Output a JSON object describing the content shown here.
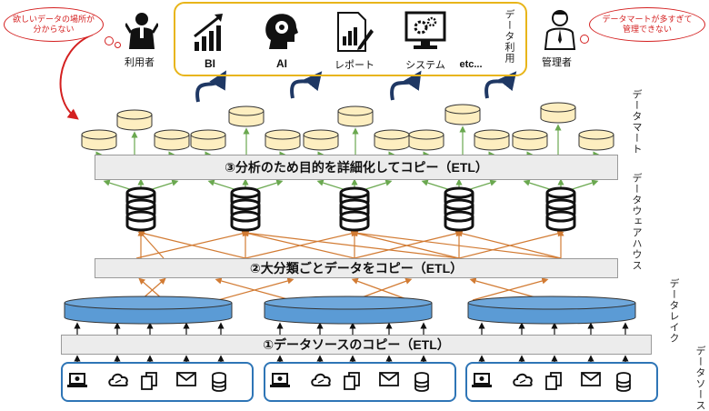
{
  "top_area": {
    "label": "データ利用",
    "items": [
      {
        "label": "BI",
        "icon": "bar-chart-growth-icon"
      },
      {
        "label": "AI",
        "icon": "ai-head-icon"
      },
      {
        "label": "レポート",
        "icon": "report-document-icon"
      },
      {
        "label": "システム",
        "icon": "computer-gear-icon"
      },
      {
        "label": "etc...",
        "icon": ""
      }
    ]
  },
  "user": {
    "label": "利用者",
    "bubble": "欲しいデータの場所が\n分からない"
  },
  "admin": {
    "label": "管理者",
    "bubble": "データマートが多すぎて\n管理できない"
  },
  "layers": {
    "datamart": "データマート",
    "dwh": "データウェアハウス",
    "lake": "データレイク",
    "source": "データソース"
  },
  "steps": {
    "step3": "③分析のため目的を詳細化してコピー（ETL）",
    "step2": "②大分類ごとデータをコピー（ETL）",
    "step1": "①データソースのコピー（ETL）"
  },
  "colors": {
    "accent_yellow": "#e8b51a",
    "mart_fill": "#fdeec0",
    "lake_fill": "#5b9bd5",
    "source_border": "#2e75b6",
    "arrow_green": "#6aa84f",
    "arrow_orange": "#d27b33",
    "arrow_navy": "#1f3864",
    "bubble_red": "#d42020"
  },
  "source_icons": [
    "laptop-icon",
    "cloud-icon",
    "documents-icon",
    "mail-icon",
    "database-icon"
  ]
}
